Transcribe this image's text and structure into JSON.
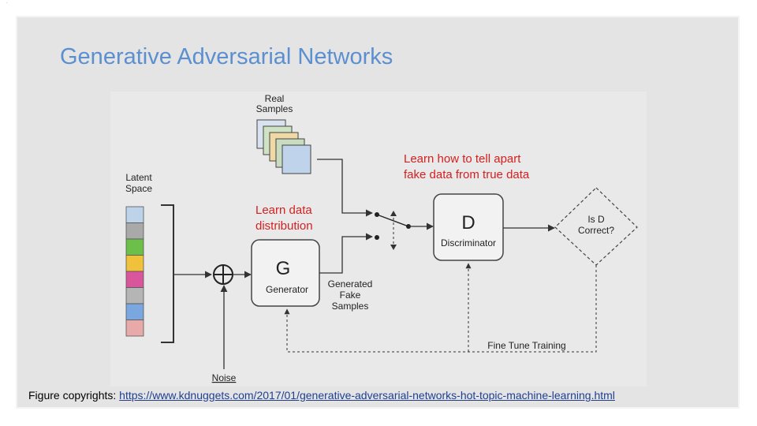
{
  "slide": {
    "title": "Generative Adversarial Networks",
    "caption_label": "Figure copyrights: ",
    "caption_link": "https://www.kdnuggets.com/2017/01/generative-adversarial-networks-hot-topic-machine-learning.html",
    "corner_mark": "."
  },
  "diagram": {
    "real_samples": [
      "Real",
      "Samples"
    ],
    "latent_space": [
      "Latent",
      "Space"
    ],
    "noise": "Noise",
    "generator": {
      "letter": "G",
      "label": "Generator"
    },
    "discriminator": {
      "letter": "D",
      "label": "Discriminator"
    },
    "decision": [
      "Is D",
      "Correct?"
    ],
    "generated_fake_samples": [
      "Generated",
      "Fake",
      "Samples"
    ],
    "learn_data_distribution": [
      "Learn data",
      "distribution"
    ],
    "learn_tell_apart": [
      "Learn how to tell apart",
      "fake data from true data"
    ],
    "fine_tune_training": "Fine Tune Training"
  },
  "colors": {
    "title": "#5b8fcf",
    "annotation_red": "#d42020",
    "latent_cells": [
      "#bcd3ea",
      "#a9a9a9",
      "#6cc04a",
      "#f0c23c",
      "#d9559c",
      "#b5b5b5",
      "#7aa7e0",
      "#e8a9a9"
    ],
    "real_sample_cards": [
      "#d9e3ef",
      "#cfe2c4",
      "#f0d9a6",
      "#c9dcc0",
      "#bfd4ea"
    ]
  }
}
